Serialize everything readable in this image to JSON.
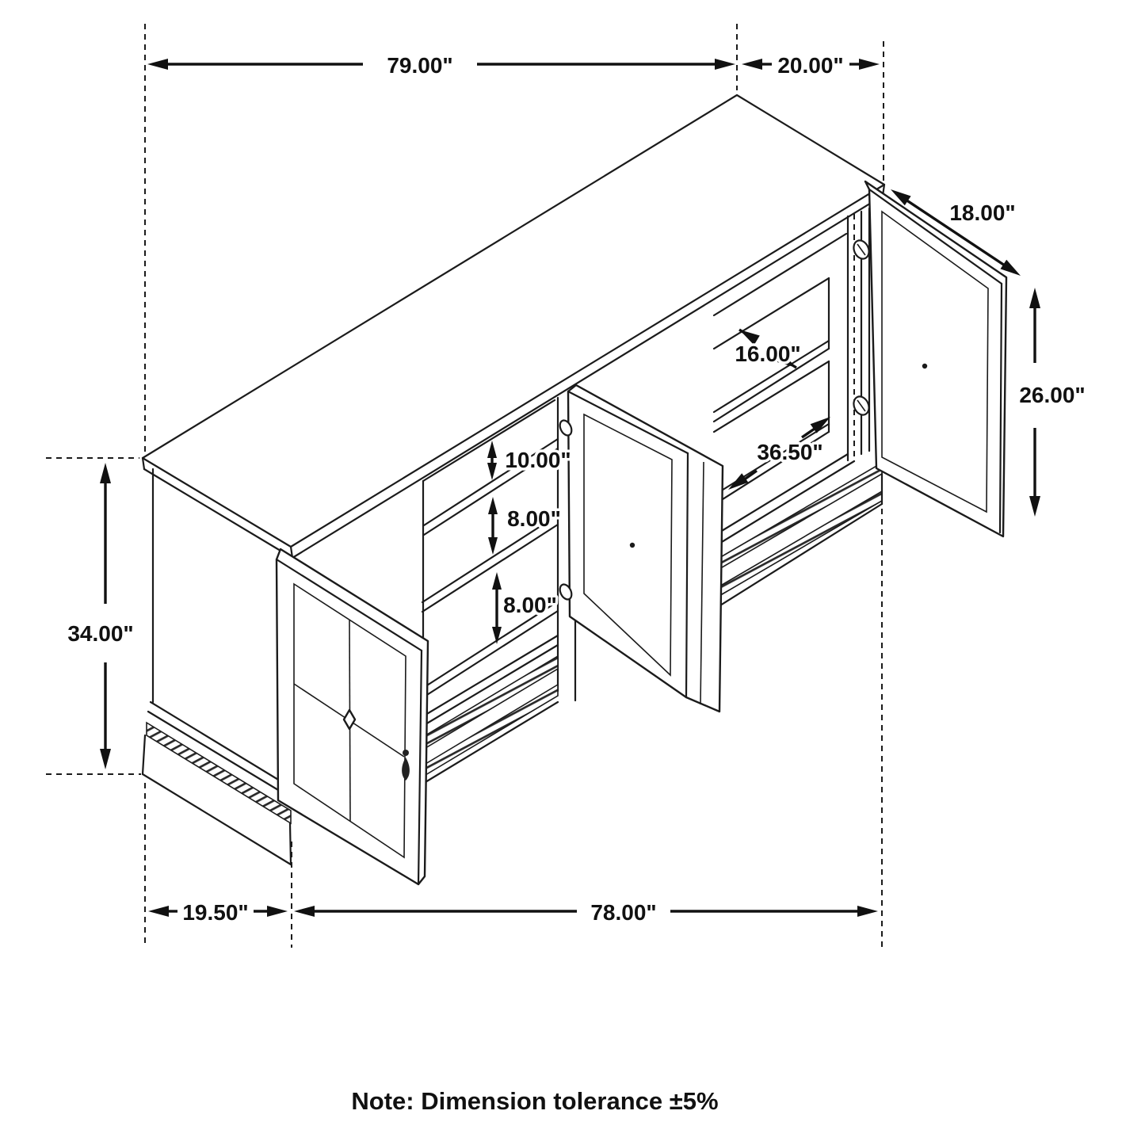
{
  "diagram": {
    "title": "cabinet-dimension-drawing",
    "note": "Note: Dimension tolerance ±5%",
    "dims": {
      "top_width": "79.00\"",
      "top_depth": "20.00\"",
      "door_width": "18.00\"",
      "door_height": "26.00\"",
      "shelf_depth": "16.00\"",
      "interior_width": "36.50\"",
      "gap_top": "10.00\"",
      "gap_middle": "8.00\"",
      "gap_bottom": "8.00\"",
      "overall_height": "34.00\"",
      "side_depth": "19.50\"",
      "front_width": "78.00\""
    }
  }
}
